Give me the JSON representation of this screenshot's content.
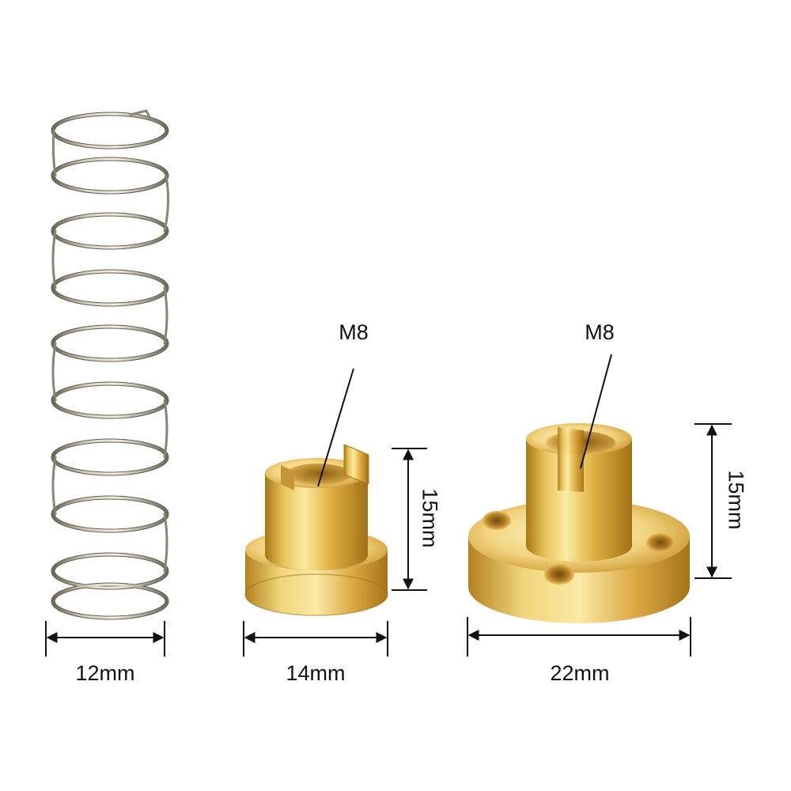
{
  "labels": {
    "spring_width": "12mm",
    "nut_small_width": "14mm",
    "nut_small_height": "15mm",
    "nut_small_thread": "M8",
    "nut_flange_width": "22mm",
    "nut_flange_height": "15mm",
    "nut_flange_thread": "M8"
  },
  "colors": {
    "background": "#ffffff",
    "dimension_line": "#111111",
    "brass_light": "#f6e08a",
    "brass_mid": "#d9a93a",
    "brass_dark": "#9a6d14",
    "spring_steel_light": "#e4e0d2",
    "spring_steel_dark": "#6e6a5c"
  }
}
